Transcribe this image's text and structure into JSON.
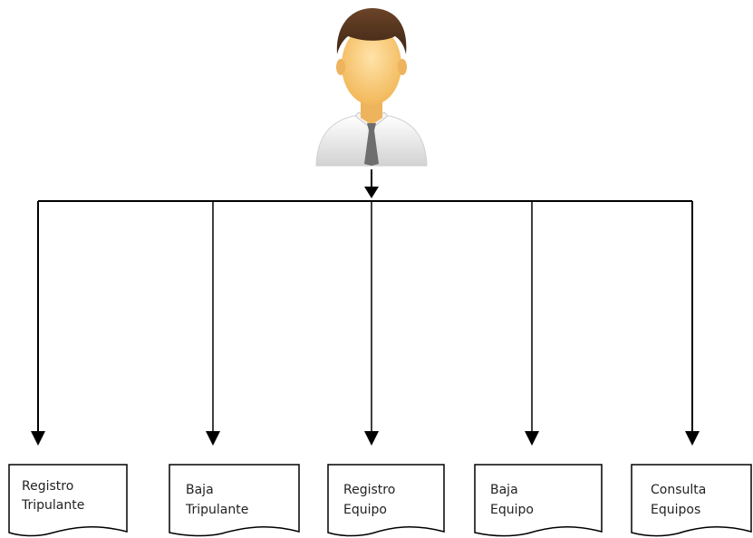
{
  "user": {
    "icon": "user-avatar-icon"
  },
  "documents": [
    {
      "line1": "Registro",
      "line2": "Tripulante"
    },
    {
      "line1": "Baja",
      "line2": "Tripulante"
    },
    {
      "line1": "Registro",
      "line2": "Equipo"
    },
    {
      "line1": "Baja",
      "line2": "Equipo"
    },
    {
      "line1": "Consulta",
      "line2": "Equipos"
    }
  ],
  "colors": {
    "line": "#000000",
    "hair": "#4a2f1c",
    "skin": "#f6c777",
    "shirt": "#e6e6e6",
    "tie": "#6e6e6e"
  }
}
